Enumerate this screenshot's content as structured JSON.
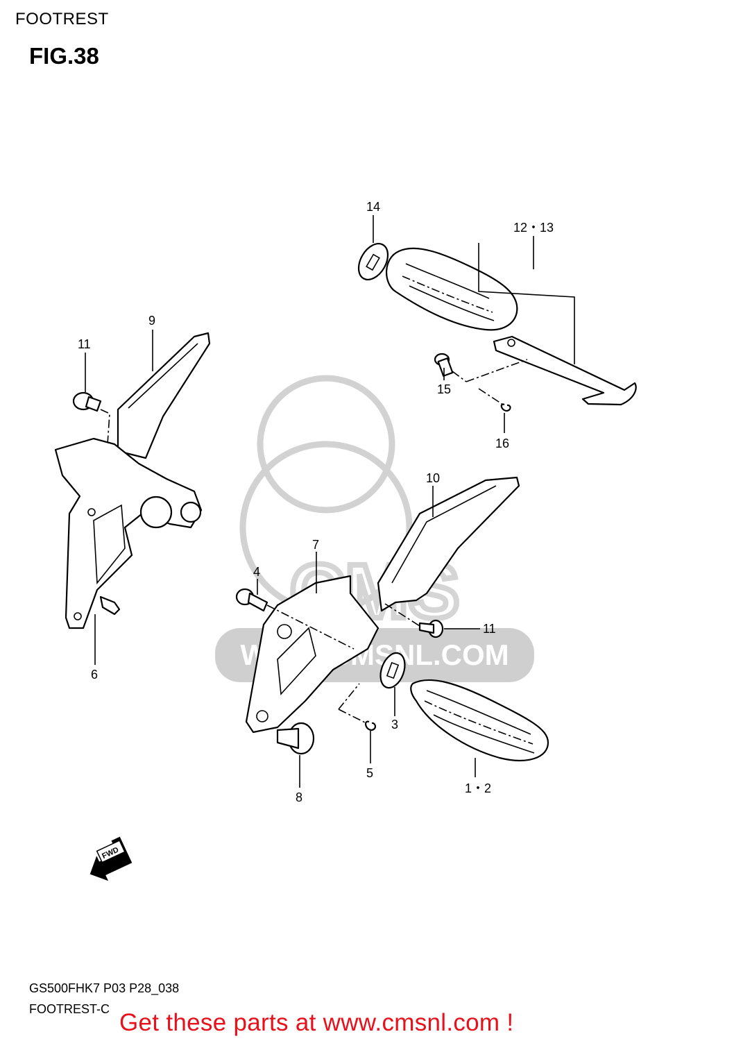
{
  "header": {
    "section": "FOOTREST",
    "figure": "FIG.38"
  },
  "footer": {
    "model_code": "GS500FHK7 P03 P28_038",
    "model_sub": "FOOTREST-C"
  },
  "promo": {
    "text": "Get these parts at www.cmsnl.com !",
    "color": "#e8111b"
  },
  "watermark": {
    "text": "WWW.CMSNL.COM"
  },
  "fwd_arrow": {
    "text": "FWD"
  },
  "callouts": {
    "c14": "14",
    "c12_13": "12・13",
    "c15": "15",
    "c16": "16",
    "c9": "9",
    "c11_left": "11",
    "c6": "6",
    "c10": "10",
    "c7": "7",
    "c4": "4",
    "c11_right": "11",
    "c3": "3",
    "c5": "5",
    "c8": "8",
    "c1_2": "1・2"
  }
}
